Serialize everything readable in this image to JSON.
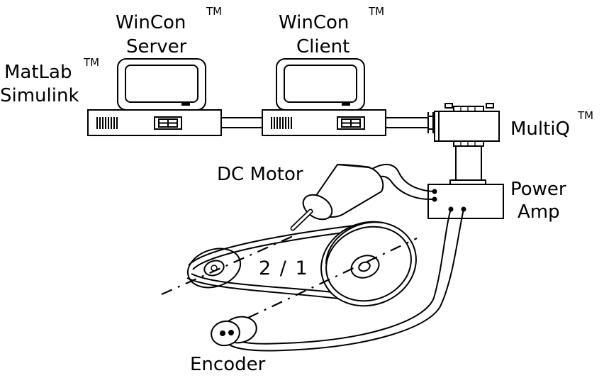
{
  "labels": {
    "wincon_server_title": "WinCon",
    "wincon_server_sub": "Server",
    "wincon_client_title": "WinCon",
    "wincon_client_sub": "Client",
    "matlab_title": "MatLab",
    "matlab_sub": "Simulink",
    "multiq": "MultiQ",
    "dc_motor": "DC Motor",
    "power": "Power",
    "amp": "Amp",
    "ratio": "2 / 1",
    "encoder": "Encoder",
    "tm": "TM"
  }
}
